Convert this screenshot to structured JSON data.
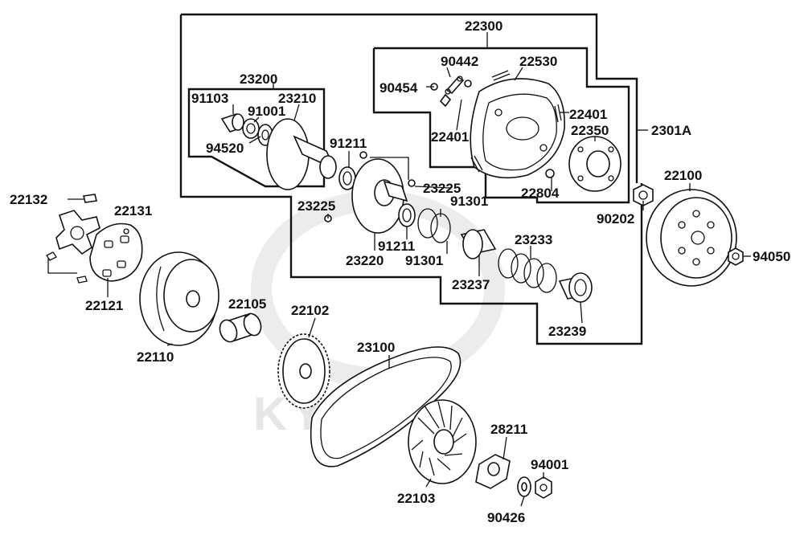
{
  "watermark": {
    "brand": "KYMCO"
  },
  "labels": {
    "p22300": "22300",
    "p23200": "23200",
    "p91103": "91103",
    "p23210": "23210",
    "p91001": "91001",
    "p94520": "94520",
    "p90442": "90442",
    "p22530": "22530",
    "p90454": "90454",
    "p22401a": "22401",
    "p22401b": "22401",
    "p22350": "22350",
    "p2301A": "2301A",
    "p91211a": "91211",
    "p23225a": "23225",
    "p23225b": "23225",
    "p22804": "22804",
    "p90202": "90202",
    "p22100": "22100",
    "p22132": "22132",
    "p22131": "22131",
    "p91301a": "91301",
    "p91211b": "91211",
    "p23220": "23220",
    "p91301b": "91301",
    "p23233": "23233",
    "p94050": "94050",
    "p22121": "22121",
    "p23237": "23237",
    "p22105": "22105",
    "p22102": "22102",
    "p23239": "23239",
    "p22110": "22110",
    "p23100": "23100",
    "p28211": "28211",
    "p94001": "94001",
    "p22103": "22103",
    "p90426": "90426"
  }
}
